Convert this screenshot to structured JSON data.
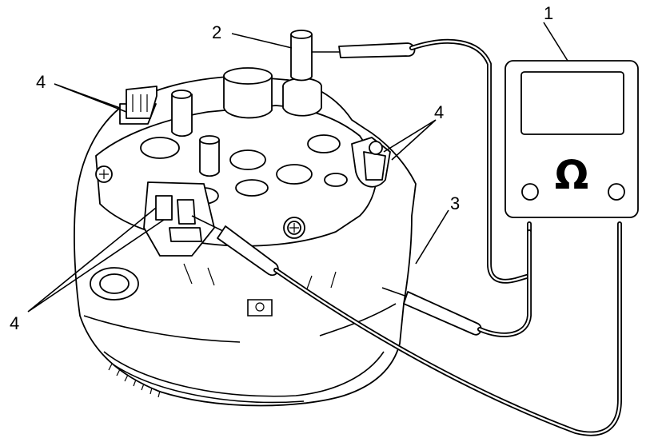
{
  "figure": {
    "callouts": [
      "1",
      "2",
      "3",
      "4"
    ],
    "meter_symbol": "Ω"
  }
}
